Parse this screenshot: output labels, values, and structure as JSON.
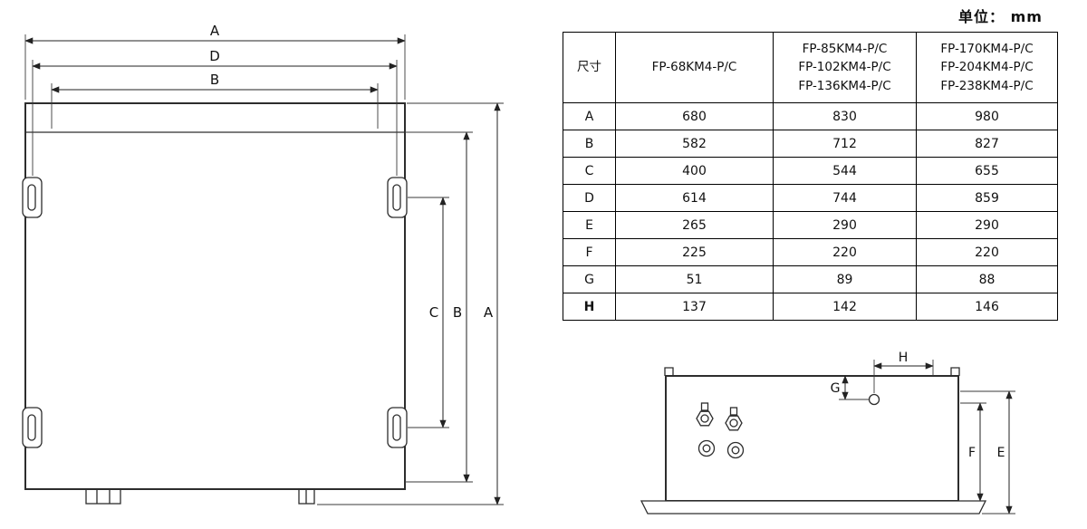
{
  "unit_label": "单位： mm",
  "table": {
    "size_header": "尺寸",
    "columns": [
      {
        "lines": [
          "FP-68KM4-P/C"
        ]
      },
      {
        "lines": [
          "FP-85KM4-P/C",
          "FP-102KM4-P/C",
          "FP-136KM4-P/C"
        ]
      },
      {
        "lines": [
          "FP-170KM4-P/C",
          "FP-204KM4-P/C",
          "FP-238KM4-P/C"
        ]
      }
    ],
    "rows": [
      {
        "dim": "A",
        "values": [
          "680",
          "830",
          "980"
        ]
      },
      {
        "dim": "B",
        "values": [
          "582",
          "712",
          "827"
        ]
      },
      {
        "dim": "C",
        "values": [
          "400",
          "544",
          "655"
        ]
      },
      {
        "dim": "D",
        "values": [
          "614",
          "744",
          "859"
        ]
      },
      {
        "dim": "E",
        "values": [
          "265",
          "290",
          "290"
        ]
      },
      {
        "dim": "F",
        "values": [
          "225",
          "220",
          "220"
        ]
      },
      {
        "dim": "G",
        "values": [
          "51",
          "89",
          "88"
        ]
      },
      {
        "dim": "H",
        "values": [
          "137",
          "142",
          "146"
        ]
      }
    ]
  },
  "top_view": {
    "labels": {
      "A": "A",
      "B": "B",
      "C": "C",
      "D": "D"
    }
  },
  "side_view": {
    "labels": {
      "E": "E",
      "F": "F",
      "G": "G",
      "H": "H"
    }
  }
}
